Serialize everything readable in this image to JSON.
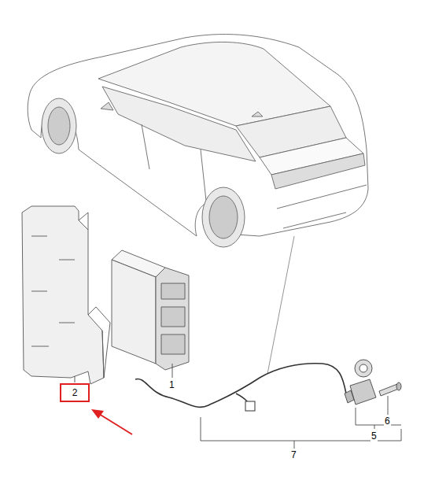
{
  "diagram": {
    "nodes": [
      {
        "text": [
          "2"
        ]
      }
    ],
    "labels": [
      "1",
      "5",
      "6",
      "7"
    ]
  }
}
